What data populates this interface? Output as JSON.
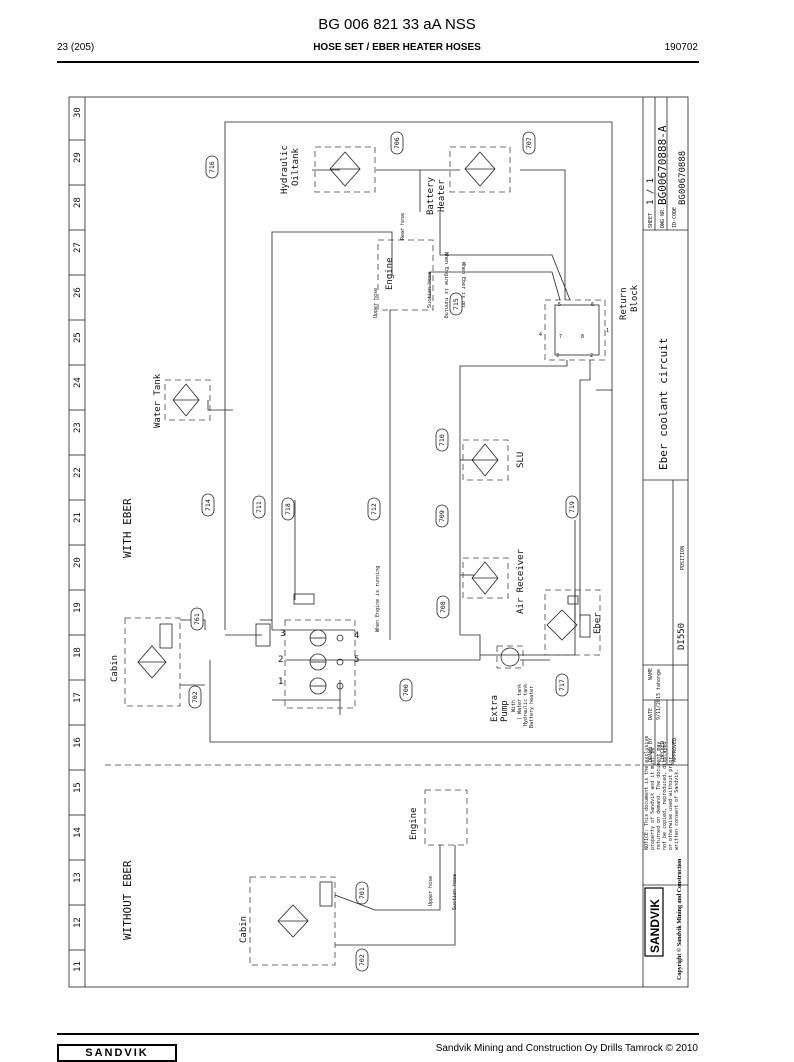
{
  "header": {
    "title": "BG 006 821 33 aA NSS",
    "page": "23 (205)",
    "section": "HOSE SET / EBER HEATER HOSES",
    "date": "190702"
  },
  "footer": {
    "logo": "SANDVIK",
    "copyright": "Sandvik Mining and Construction Oy Drills Tamrock © 2010"
  },
  "grid": [
    "30",
    "29",
    "28",
    "27",
    "26",
    "25",
    "24",
    "23",
    "22",
    "21",
    "20",
    "19",
    "18",
    "17",
    "16",
    "15",
    "14",
    "13",
    "12",
    "11"
  ],
  "sections": {
    "with": "WITH EBER",
    "without": "WITHOUT EBER"
  },
  "components": {
    "hydraulic_oiltank_1": "Hydraulic",
    "hydraulic_oiltank_2": "Oiltank",
    "battery_heater_1": "Battery",
    "battery_heater_2": "Heater",
    "water_tank": "Water Tank",
    "engine": "Engine",
    "upper_hose": "Upper hose",
    "rear_hose": "Rear hose",
    "suction_hose": "Suction hose",
    "return_block_1": "Return",
    "return_block_2": "Block",
    "slu": "SLU",
    "air_receiver": "Air Receiver",
    "eber": "Eber",
    "cabin": "Cabin",
    "extra_pump_1": "Extra",
    "extra_pump_2": "Pump",
    "extra_pump_3": "With",
    "extra_pump_4": "( Water tank",
    "extra_pump_5": "Hydraulic tank",
    "extra_pump_6": "Battery heater",
    "note_engine_running": "When Engine is running",
    "note_eber_on": "When Eber is on",
    "note_engine_running_2": "When Engine is running",
    "w_engine": "Engine",
    "w_cabin": "Cabin",
    "w_upper_hose": "Upper hose",
    "w_suction_hose": "Suction hose"
  },
  "hose_tags": [
    "716",
    "706",
    "707",
    "715",
    "714",
    "711",
    "718",
    "712",
    "710",
    "709",
    "719",
    "708",
    "761",
    "702",
    "700",
    "717",
    "701",
    "702"
  ],
  "valve_ports": [
    "1",
    "2",
    "3",
    "4",
    "5"
  ],
  "block_ports": [
    "1",
    "2",
    "3",
    "4",
    "5",
    "6",
    "7",
    "8"
  ],
  "title_block": {
    "sheet_label": "SHEET",
    "sheet_value": "1 / 1",
    "dwg_label": "DWG NR.",
    "dwg_value": "BG00670888-A",
    "idcode_label": "ID-CODE",
    "idcode_value": "BG00670888",
    "drawing_title": "Eber coolant circuit",
    "position_label": "POSITION",
    "product": "DI550",
    "date_label": "DATE",
    "name_label": "NAME",
    "drawn_label": "DRAWN BY",
    "drawn_date": "9/11/2015",
    "drawn_name": "tahonge",
    "checked_label": "CHECKED",
    "approved_label": "APPROVED",
    "brand": "SANDVIK",
    "copyright": "Copyright © Sandvik Mining and Construction",
    "notice_1": "NOTICE: This document is the exclusive",
    "notice_2": "property of Sandvik and it must be",
    "notice_3": "returned on demand. The document may",
    "notice_4": "not be copied, reproduced, displayed",
    "notice_5": "or otherwise used without prior",
    "notice_6": "written consent of Sandvik."
  }
}
